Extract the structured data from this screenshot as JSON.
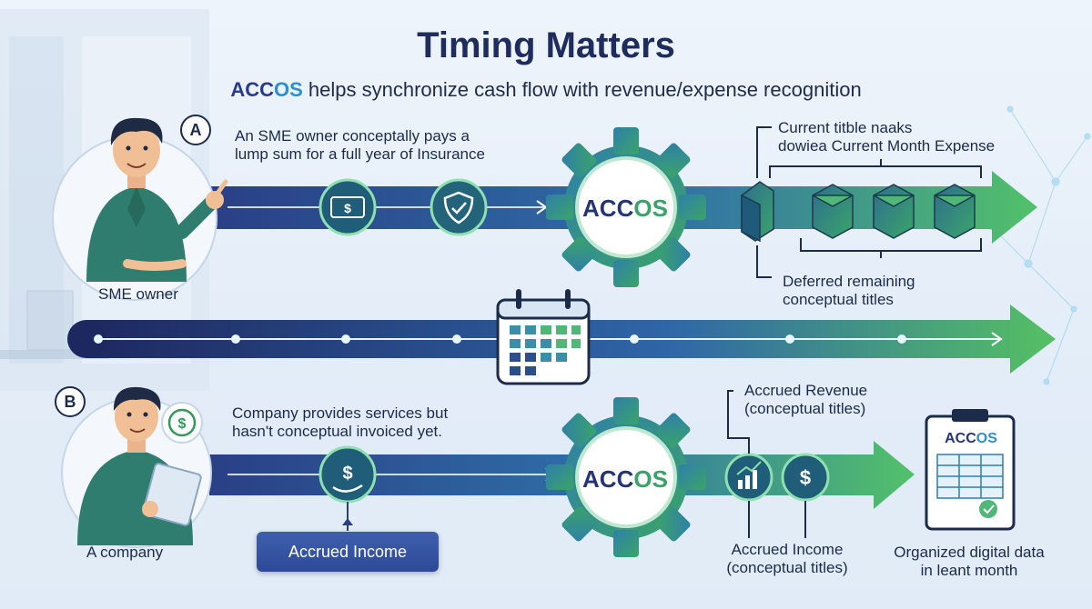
{
  "header": {
    "title": "Timing Matters",
    "subtitle_brand_a": "ACC",
    "subtitle_brand_b": "OS",
    "subtitle_rest": " helps synchronize cash flow with revenue/expense recognition"
  },
  "scenario_a": {
    "badge": "A",
    "person_label": "SME owner",
    "description_line1": "An SME owner conceptally pays a",
    "description_line2": "lump sum for a full year of Insurance",
    "expense_note_line1": "Current titble naaks",
    "expense_note_line2": "dowiea Current Month Expense",
    "deferred_note_line1": "Deferred remaining",
    "deferred_note_line2": "conceptual titles"
  },
  "scenario_b": {
    "badge": "B",
    "person_label": "A company",
    "description_line1": "Company provides services but",
    "description_line2": "hasn't conceptual invoiced yet.",
    "income_box": "Accrued Income",
    "accrued_revenue_line1": "Accrued Revenue",
    "accrued_revenue_line2": "(conceptual titles)",
    "accrued_income_line1": "Accrued Income",
    "accrued_income_line2": "(conceptual titles)",
    "organized_line1": "Organized digital data",
    "organized_line2": "in leant month"
  },
  "gear": {
    "brand_a": "ACC",
    "brand_b": "OS"
  },
  "clipboard": {
    "brand_a": "ACC",
    "brand_b": "OS"
  },
  "icons": [
    "cash-icon",
    "shield-check-icon",
    "calendar-icon",
    "dollar-hand-icon",
    "growth-chart-icon",
    "dollar-coin-icon",
    "clipboard-icon",
    "dollar-cycle-icon"
  ],
  "colors": {
    "navy": "#1e2c5e",
    "green": "#3fb660",
    "blue": "#2b8fd0"
  }
}
